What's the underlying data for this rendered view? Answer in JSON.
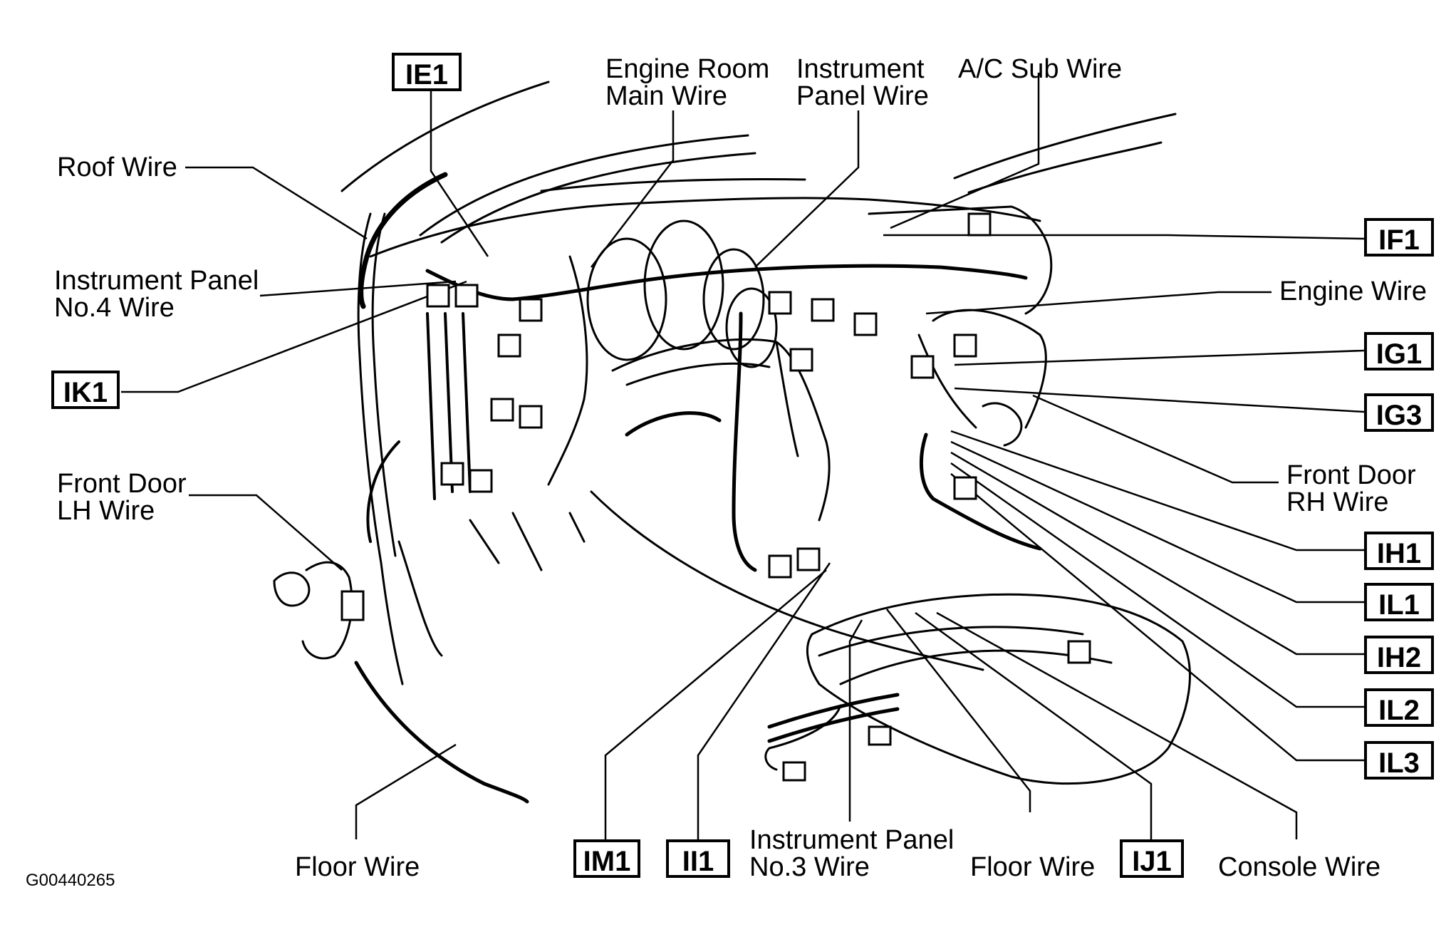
{
  "figure_id": "G00440265",
  "labels": {
    "roof_wire": "Roof Wire",
    "ip4_l1": "Instrument Panel",
    "ip4_l2": "No.4 Wire",
    "fd_lh_l1": "Front Door",
    "fd_lh_l2": "LH Wire",
    "floor_wire_left": "Floor Wire",
    "er_l1": "Engine Room",
    "er_l2": "Main Wire",
    "ipw_l1": "Instrument",
    "ipw_l2": "Panel Wire",
    "ac_sub_wire": "A/C Sub Wire",
    "engine_wire": "Engine Wire",
    "fd_rh_l1": "Front Door",
    "fd_rh_l2": "RH Wire",
    "ip3_l1": "Instrument Panel",
    "ip3_l2": "No.3 Wire",
    "floor_wire_right": "Floor Wire",
    "console_wire": "Console Wire"
  },
  "codes": {
    "ie1": "IE1",
    "ik1": "IK1",
    "if1": "IF1",
    "ig1": "IG1",
    "ig3": "IG3",
    "ih1": "IH1",
    "il1": "IL1",
    "ih2": "IH2",
    "il2": "IL2",
    "il3": "IL3",
    "im1": "IM1",
    "ii1": "II1",
    "ij1": "IJ1"
  }
}
